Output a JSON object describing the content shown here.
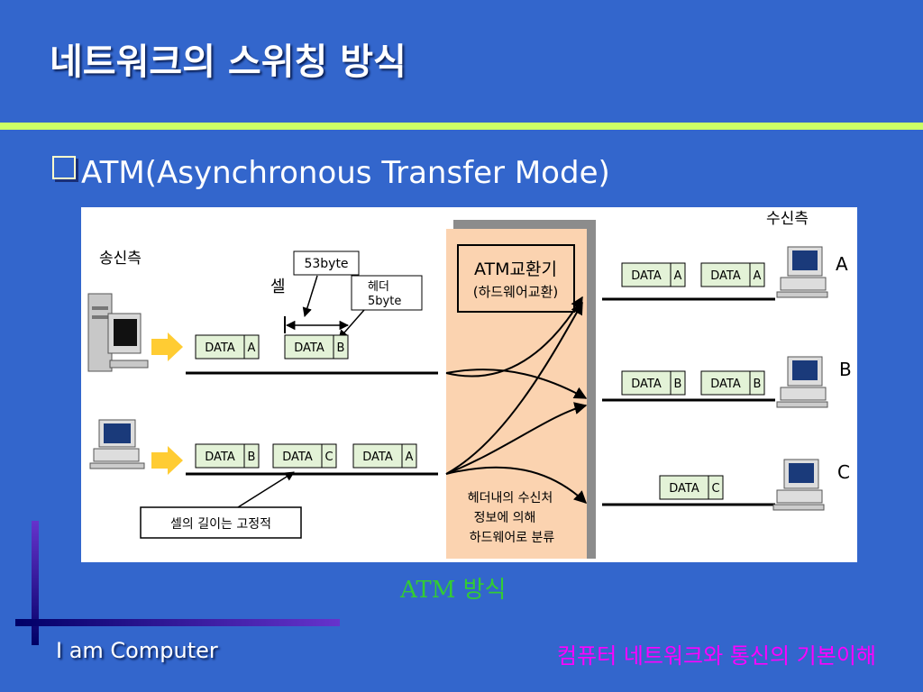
{
  "slide": {
    "title": "네트워크의 스위칭 방식",
    "bullet": "ATM(Asynchronous Transfer Mode)",
    "caption": "ATM 방식",
    "footer_left": "I am Computer",
    "footer_right": "컴퓨터 네트워크와 통신의 기본이해"
  },
  "diagram": {
    "sender_label": "송신측",
    "receiver_label": "수신측",
    "cell_label": "셀",
    "cell_size": "53byte",
    "header_label": "헤더",
    "header_size": "5byte",
    "switch_title": "ATM교환기",
    "switch_subtitle": "(하드웨어교환)",
    "switch_note": [
      "헤더내의 수신처",
      "정보에 의해",
      "하드웨어로 분류"
    ],
    "fixed_length_note": "셀의 길이는 고정적",
    "data_text": "DATA",
    "sender1_cells": [
      "A",
      "B"
    ],
    "sender2_cells": [
      "B",
      "C",
      "A"
    ],
    "receivers": [
      {
        "name": "A",
        "cells": [
          "A",
          "A"
        ]
      },
      {
        "name": "B",
        "cells": [
          "B",
          "B"
        ]
      },
      {
        "name": "C",
        "cells": [
          "C"
        ]
      }
    ]
  },
  "colors": {
    "background": "#3366cc",
    "title_rule": "#ccff66",
    "caption": "#33cc33",
    "footer_right": "#ff00ff",
    "switch_fill": "#fbd3b0",
    "cell_fill": "#e3f2d7",
    "arrow_fill": "#ffcc33"
  }
}
